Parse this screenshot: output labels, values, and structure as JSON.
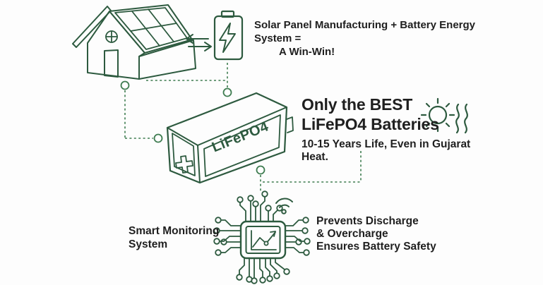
{
  "colors": {
    "line": "#2d5a3f",
    "dashed": "#3e7c50",
    "text": "#1f1f1f",
    "bg": "#fdfdfd"
  },
  "icons": [
    "house-solar-icon",
    "energy-exchange-arrows-icon",
    "battery-charge-icon",
    "lifepo4-box-icon",
    "sun-icon",
    "heat-waves-icon",
    "smart-chip-icon",
    "wifi-icon",
    "growth-chart-icon",
    "connector-node-icon"
  ],
  "header": {
    "line1": "Solar Panel Manufacturing + Battery Energy System =",
    "line2": "A Win-Win!"
  },
  "battery_box": {
    "label": "LiFePO4"
  },
  "best": {
    "line1": "Only the BEST",
    "line2": "LiFePO4 Batteries",
    "subtitle": "10-15 Years Life, Even in Gujarat Heat."
  },
  "monitoring": {
    "line1": "Smart Monitoring",
    "line2": "System"
  },
  "safety": {
    "line1": "Prevents Discharge",
    "line2": "& Overcharge",
    "line3": "Ensures Battery Safety"
  }
}
